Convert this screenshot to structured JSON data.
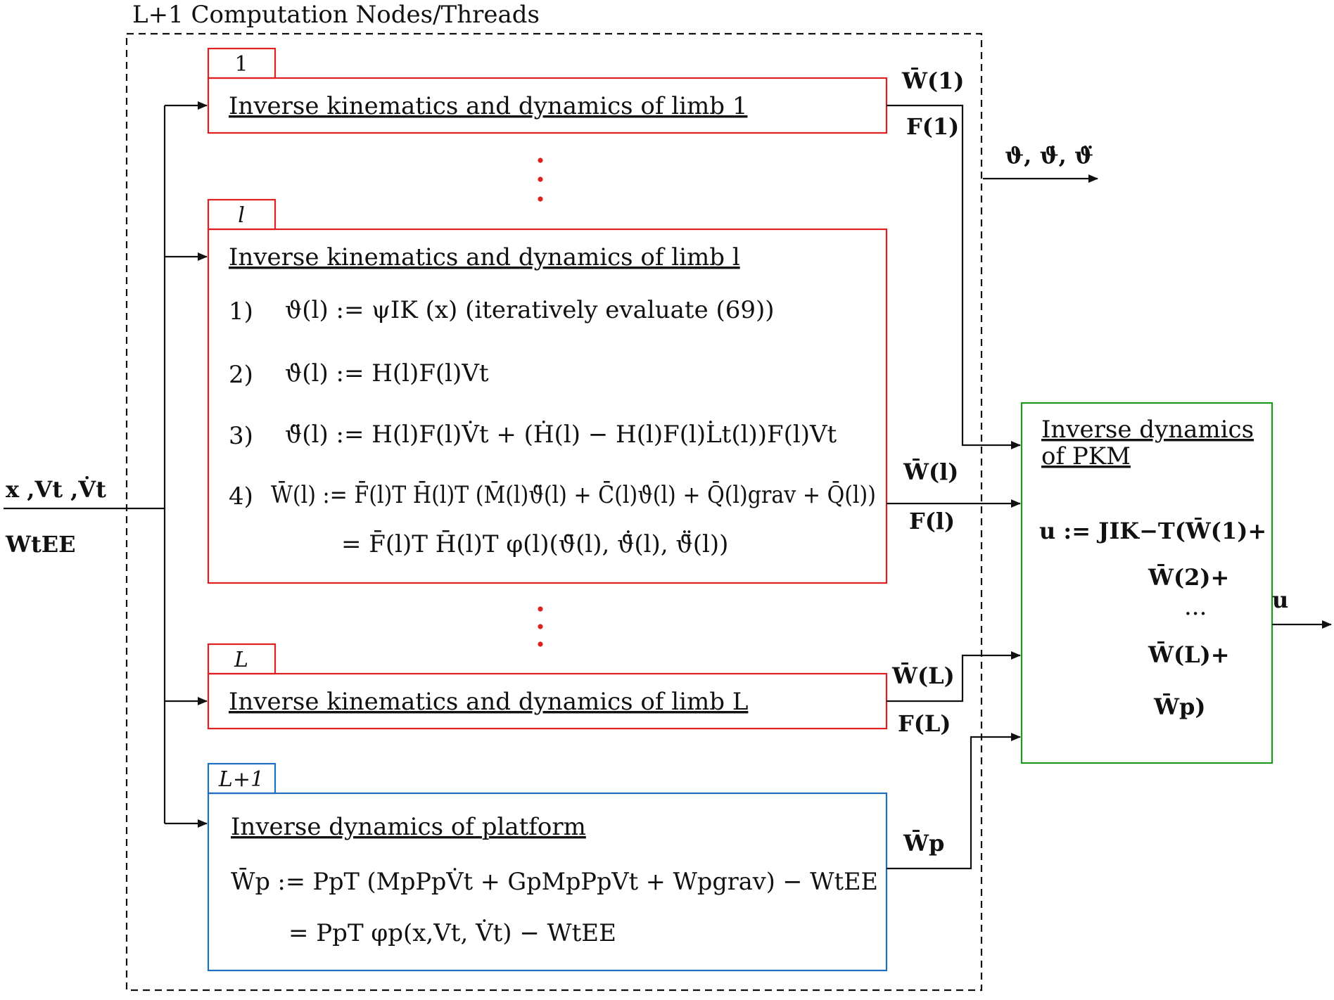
{
  "frame": {
    "title": "L+1 Computation Nodes/Threads"
  },
  "inputs": {
    "line1": "x ,Vt ,V̇t",
    "line2": "WtEE"
  },
  "limb1": {
    "tab": "1",
    "heading": "Inverse kinematics and dynamics of limb 1",
    "out_w": "W̄(1)",
    "out_f": "F(1)"
  },
  "limbl": {
    "tab": "l",
    "heading": "Inverse kinematics and dynamics of limb l",
    "steps": [
      {
        "num": "1)",
        "text": "ϑ(l) := ψIK (x)  (iteratively evaluate (69))"
      },
      {
        "num": "2)",
        "text": "ϑ̇(l) := H(l)F(l)Vt"
      },
      {
        "num": "3)",
        "text": "ϑ̈(l) := H(l)F(l)V̇t + (Ḣ(l) − H(l)F(l)L̇t(l))F(l)Vt"
      },
      {
        "num": "4)",
        "text": "W̄(l) := F̄(l)T H̄(l)T (M̄(l)ϑ̈(l) + C̄(l)ϑ̇(l) + Q̄(l)grav + Q̄(l))"
      },
      {
        "num": "",
        "text": "= F̄(l)T H̄(l)T φ(l)(ϑ̄(l), ϑ̄̇(l), ϑ̄̈(l))"
      }
    ],
    "out_w": "W̄(l)",
    "out_f": "F(l)"
  },
  "limbL": {
    "tab": "L",
    "heading": "Inverse kinematics and dynamics of limb L",
    "out_w": "W̄(L)",
    "out_f": "F(L)"
  },
  "platform": {
    "tab": "L+1",
    "heading": "Inverse dynamics of platform",
    "eq1": "W̄p := PpT (MpPpV̇t + GpMpPpVt + Wpgrav) − WtEE",
    "eq2": "= PpT φp(x,Vt, V̇t)  − WtEE",
    "out_w": "W̄p"
  },
  "joint_output": "ϑ, ϑ̇, ϑ̈",
  "pkm": {
    "heading_line1": "Inverse dynamics",
    "heading_line2": "of PKM",
    "eq_lines": [
      "u := JIK−T(W̄(1)+",
      "W̄(2)+",
      "···",
      "W̄(L)+",
      "W̄p)"
    ],
    "output": "u"
  },
  "colors": {
    "limb_box": "#e02020",
    "platform_box": "#1f6fc0",
    "pkm_box": "#1a9a1a",
    "wire": "#111111"
  }
}
